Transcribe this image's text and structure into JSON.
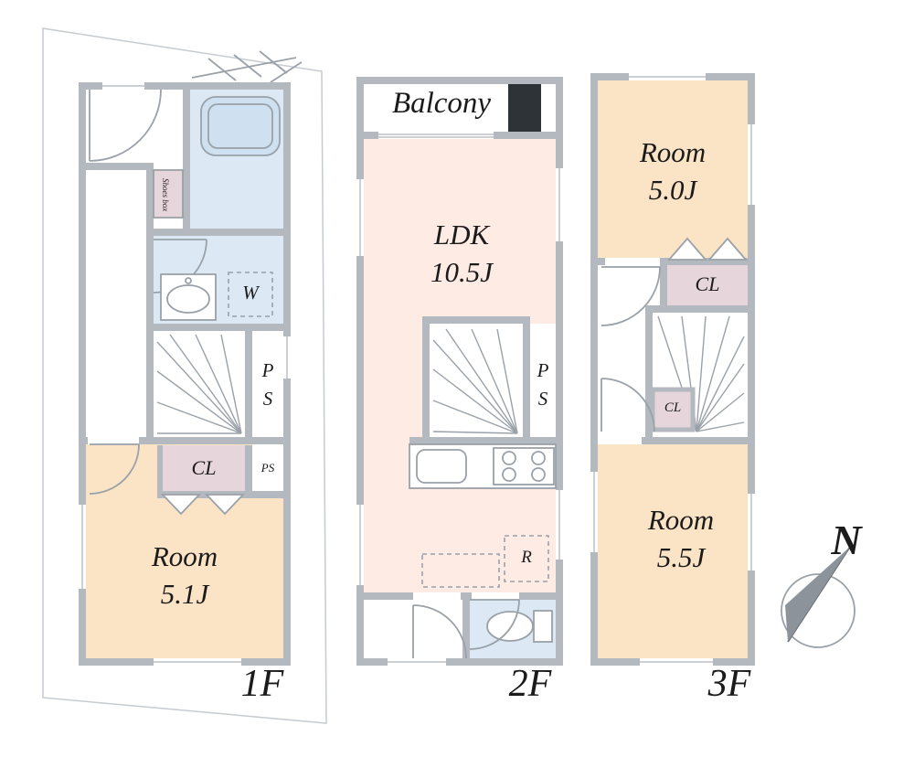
{
  "colors": {
    "wall": "#b3b9bf",
    "room_peach": "#fbe4c6",
    "room_pink": "#fdebe4",
    "water_blue": "#dce9f4",
    "bath_blue": "#cfe1f0",
    "closet_pink": "#e6d5da",
    "dark_block": "#2e3338",
    "line": "#9aa1a8",
    "boundary": "#c6cbd0",
    "text": "#1b1b1b"
  },
  "floor1": {
    "label": "1F",
    "room": {
      "name": "Room",
      "size": "5.1J"
    },
    "closet": "CL",
    "ps_tall": {
      "top": "P",
      "bottom": "S"
    },
    "ps_small": "PS",
    "washer": "W",
    "shoes_box": "Shoes box"
  },
  "floor2": {
    "label": "2F",
    "balcony": "Balcony",
    "ldk": {
      "name": "LDK",
      "size": "10.5J"
    },
    "ps_tall": {
      "top": "P",
      "bottom": "S"
    },
    "fridge": "R"
  },
  "floor3": {
    "label": "3F",
    "room_top": {
      "name": "Room",
      "size": "5.0J"
    },
    "room_bottom": {
      "name": "Room",
      "size": "5.5J"
    },
    "closet_upper": "CL",
    "closet_lower": "CL"
  },
  "compass": {
    "north": "N"
  }
}
